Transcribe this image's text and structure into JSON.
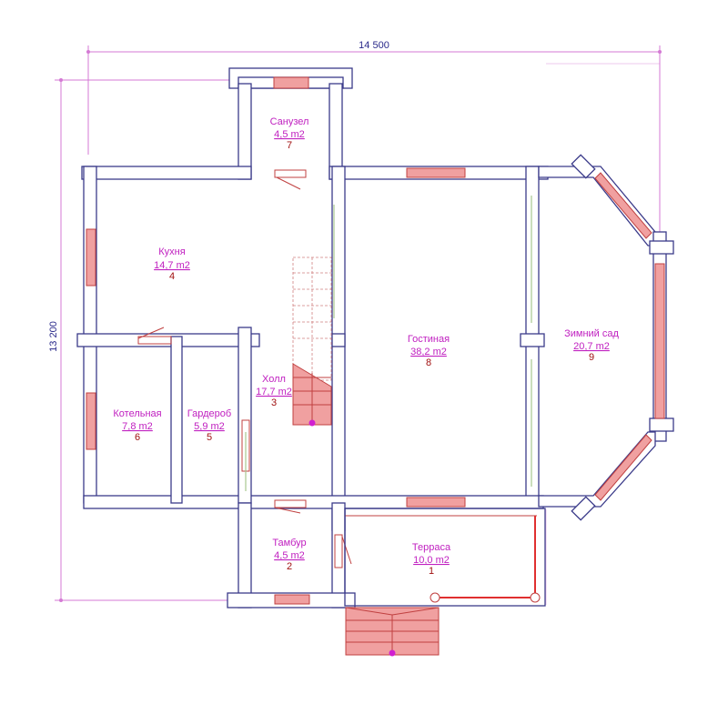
{
  "dimensions": {
    "width_label": "14 500",
    "height_label": "13 200"
  },
  "rooms": [
    {
      "id": "sanuzel",
      "name": "Санузел",
      "area": "4,5 m2",
      "number": "7"
    },
    {
      "id": "kukhnya",
      "name": "Кухня",
      "area": "14,7 m2",
      "number": "4"
    },
    {
      "id": "gostinaya",
      "name": "Гостиная",
      "area": "38,2 m2",
      "number": "8"
    },
    {
      "id": "zimniy-sad",
      "name": "Зимний сад",
      "area": "20,7 m2",
      "number": "9"
    },
    {
      "id": "kholl",
      "name": "Холл",
      "area": "17,7 m2",
      "number": "3"
    },
    {
      "id": "kotelnaya",
      "name": "Котельная",
      "area": "7,8 m2",
      "number": "6"
    },
    {
      "id": "garderob",
      "name": "Гардероб",
      "area": "5,9 m2",
      "number": "5"
    },
    {
      "id": "tambur",
      "name": "Тамбур",
      "area": "4,5 m2",
      "number": "2"
    },
    {
      "id": "terrasa",
      "name": "Терраса",
      "area": "10,0 m2",
      "number": "1"
    }
  ],
  "colors": {
    "wall": "#3b3b8a",
    "window": "#f0a0a0",
    "label": "#c020c0",
    "number": "#a01010",
    "dimension": "#d47ad4"
  }
}
